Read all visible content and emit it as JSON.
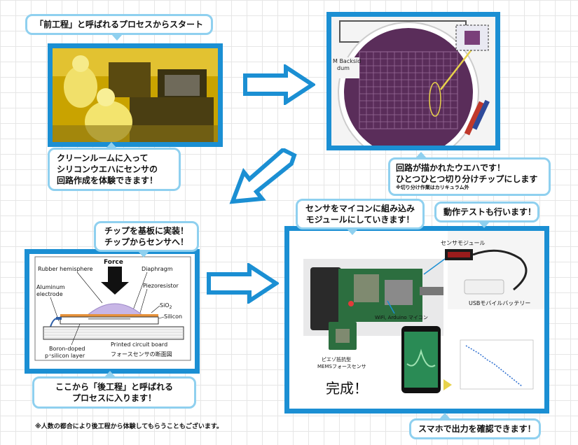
{
  "bubbles": {
    "start": "「前工程」と呼ばれるプロセスからスタート",
    "cleanroom_l1": "クリーンルームに入って",
    "cleanroom_l2": "シリコンウエハにセンサの",
    "cleanroom_l3": "回路作成を体験できます！",
    "wafer_l1": "回路が描かれたウエハです！",
    "wafer_l2": "ひとつひとつ切り分けチップにします",
    "wafer_note": "※切り分け作業はカリキュラム外",
    "chip_l1": "チップを基板に実装！",
    "chip_l2": "チップからセンサへ！",
    "back_l1": "ここから「後工程」と呼ばれる",
    "back_l2": "プロセスに入ります！",
    "module_l1": "センサをマイコンに組み込み",
    "module_l2": "モジュールにしていきます！",
    "test": "動作テストも行います！",
    "phone": "スマホで出力を確認できます！"
  },
  "wafer_photo": {
    "label_l1": "M Backsid",
    "label_l2": "dum"
  },
  "diagram": {
    "force": "Force",
    "rubber": "Rubber hemisphere",
    "diaphragm": "Diaphragm",
    "aluminum_l1": "Aluminum",
    "aluminum_l2": "electrode",
    "piezoresistor": "Piezoresistor",
    "sio2": "SiO",
    "sio2_sub": "2",
    "silicon": "Silicon",
    "boron_l1": "Boron-doped",
    "boron_l2": "p⁺silicon layer",
    "pcb": "Printed circuit board",
    "caption": "フォースセンサの断面図"
  },
  "module_photo": {
    "sensor_module": "センサモジュール",
    "usb_battery": "USBモバイルバッテリー",
    "wifi": "WiFi, Arduino マイコン",
    "mems_l1": "ピエゾ抵抗型",
    "mems_l2": "MEMSフォースセンサ",
    "complete": "完成！"
  },
  "footnote": "※人数の都合により後工程から体験してもらうこともございます。",
  "colors": {
    "frame_blue": "#1b8fd3",
    "bubble_border": "#8fd0ef",
    "arrow_blue": "#1b8fd3"
  }
}
